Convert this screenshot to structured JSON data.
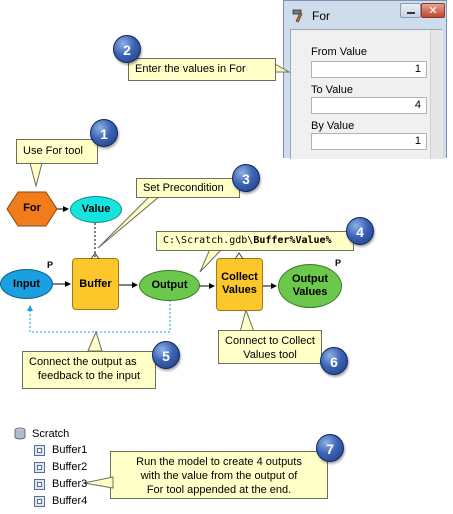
{
  "dialog": {
    "title": "For",
    "close_glyph": "✕",
    "fields": [
      {
        "label": "From Value",
        "value": "1"
      },
      {
        "label": "To Value",
        "value": "4"
      },
      {
        "label": "By Value",
        "value": "1"
      }
    ]
  },
  "callouts": {
    "c1": "Use For tool",
    "c2": "Enter the values in For",
    "c3": "Set Precondition",
    "c4_prefix": "C:\\Scratch.gdb\\",
    "c4_bold": "Buffer%Value%",
    "c5_line1": "Connect the output as",
    "c5_line2": "feedback to the input",
    "c6_line1": "Connect to Collect",
    "c6_line2": "Values tool",
    "c7_line1": "Run the model to create 4 outputs",
    "c7_line2": "with the value from the output of",
    "c7_line3": "For tool appended at the end."
  },
  "badges": [
    "1",
    "2",
    "3",
    "4",
    "5",
    "6",
    "7"
  ],
  "model": {
    "for_label": "For",
    "value_label": "Value",
    "input_label": "Input",
    "buffer_label": "Buffer",
    "output_label": "Output",
    "collect_line1": "Collect",
    "collect_line2": "Values",
    "output_values_line1": "Output",
    "output_values_line2": "Values",
    "param_marker": "P"
  },
  "tree": {
    "root": "Scratch",
    "items": [
      "Buffer1",
      "Buffer2",
      "Buffer3",
      "Buffer4"
    ]
  },
  "colors": {
    "callout_bg": "#ffffc8",
    "tool_yellow": "#fcc72a",
    "for_orange": "#f07c1c",
    "value_cyan": "#16e4e0",
    "input_blue": "#1aa0e0",
    "output_green": "#6cc84c",
    "badge_blue": "#2d56a8"
  },
  "icons": [
    "hammer-icon",
    "minimize-icon",
    "close-icon",
    "database-icon",
    "feature-class-icon",
    "precondition-marker-icon"
  ]
}
